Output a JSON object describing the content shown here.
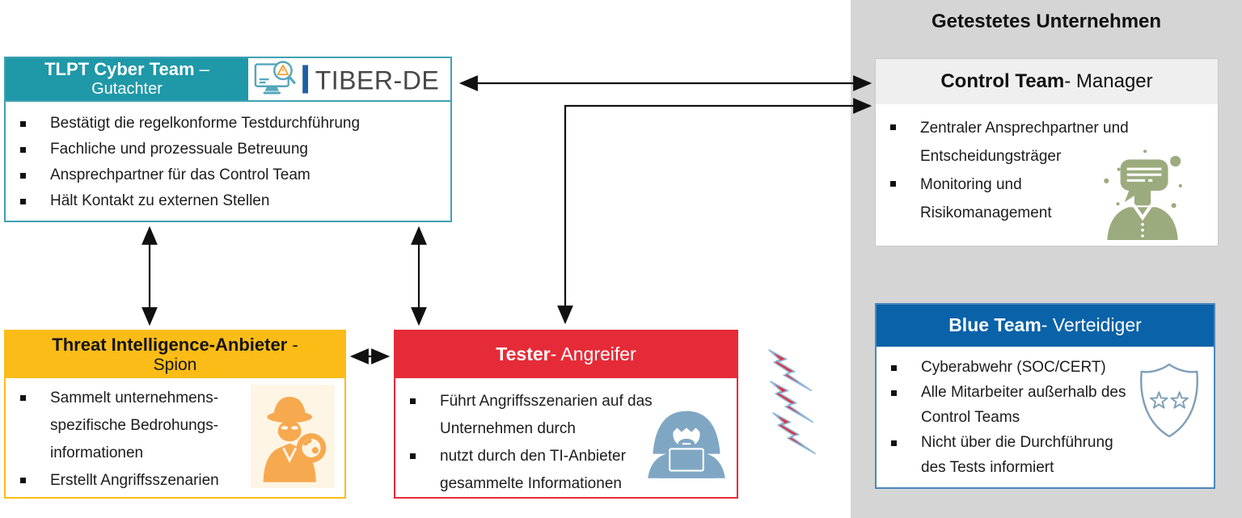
{
  "colors": {
    "teal_header": "#1F98A8",
    "yellow_header": "#FBBC17",
    "red_header": "#E62B38",
    "blue_header": "#0A62A8",
    "panel_gray": "#D5D5D5",
    "spy_orange": "#F7A94F",
    "hacker_blue": "#7FA7C4",
    "manager_olive": "#9CAB7E",
    "tiber_bar_blue": "#1F5FA5"
  },
  "tlpt_box": {
    "title_bold": "TLPT Cyber Team",
    "title_suffix": " –",
    "subtitle": "Gutachter",
    "logo_text": "TIBER-DE",
    "bullets": [
      "Bestätigt die regelkonforme Testdurchführung",
      "Fachliche und prozessuale Betreuung",
      "Ansprechpartner für das Control Team",
      "Hält Kontakt zu externen Stellen"
    ]
  },
  "ti_box": {
    "title_bold": "Threat Intelligence-Anbieter",
    "title_suffix": " -",
    "subtitle": "Spion",
    "bullets": [
      "Sammelt unternehmens- spezifische Bedrohungs- informationen",
      "Erstellt Angriffsszenarien"
    ]
  },
  "tester_box": {
    "title_bold": "Tester",
    "title_suffix": "- Angreifer",
    "bullets": [
      "Führt Angriffsszenarien auf das Unternehmen durch",
      "nutzt durch den TI-Anbieter gesammelte Informationen"
    ]
  },
  "company_panel": {
    "title": "Getestetes Unternehmen",
    "control_team": {
      "title_bold": "Control Team",
      "title_suffix": " - Manager",
      "bullets": [
        "Zentraler Ansprechpartner und Entscheidungsträger",
        "Monitoring und Risikomanagement"
      ]
    },
    "blue_team": {
      "title_bold": "Blue Team",
      "title_suffix": " - Verteidiger",
      "bullets": [
        "Cyberabwehr (SOC/CERT)",
        "Alle Mitarbeiter außerhalb des Control Teams",
        "Nicht über die Durchführung des Tests informiert"
      ]
    }
  }
}
